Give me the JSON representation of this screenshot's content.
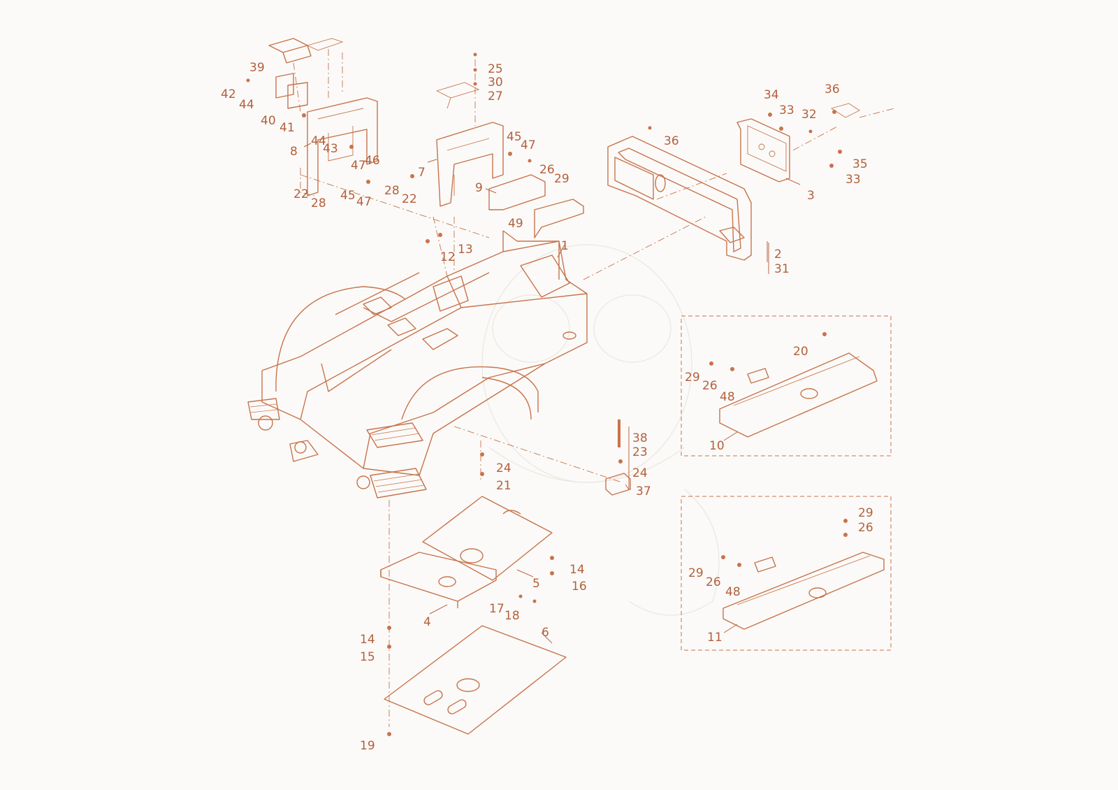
{
  "diagram": {
    "callouts": [
      "1",
      "2",
      "3",
      "4",
      "5",
      "6",
      "7",
      "8",
      "9",
      "10",
      "11",
      "12",
      "13",
      "14",
      "14",
      "15",
      "16",
      "17",
      "18",
      "19",
      "20",
      "21",
      "22",
      "22",
      "23",
      "24",
      "24",
      "25",
      "26",
      "26",
      "26",
      "26",
      "27",
      "28",
      "28",
      "29",
      "29",
      "29",
      "29",
      "30",
      "31",
      "32",
      "33",
      "33",
      "34",
      "35",
      "36",
      "36",
      "37",
      "38",
      "39",
      "40",
      "41",
      "42",
      "43",
      "44",
      "44",
      "45",
      "45",
      "46",
      "47",
      "47",
      "47",
      "48",
      "48",
      "49"
    ]
  },
  "colors": {
    "line": "#c8734b",
    "text": "#b3603c",
    "background": "#fbfaf8"
  }
}
